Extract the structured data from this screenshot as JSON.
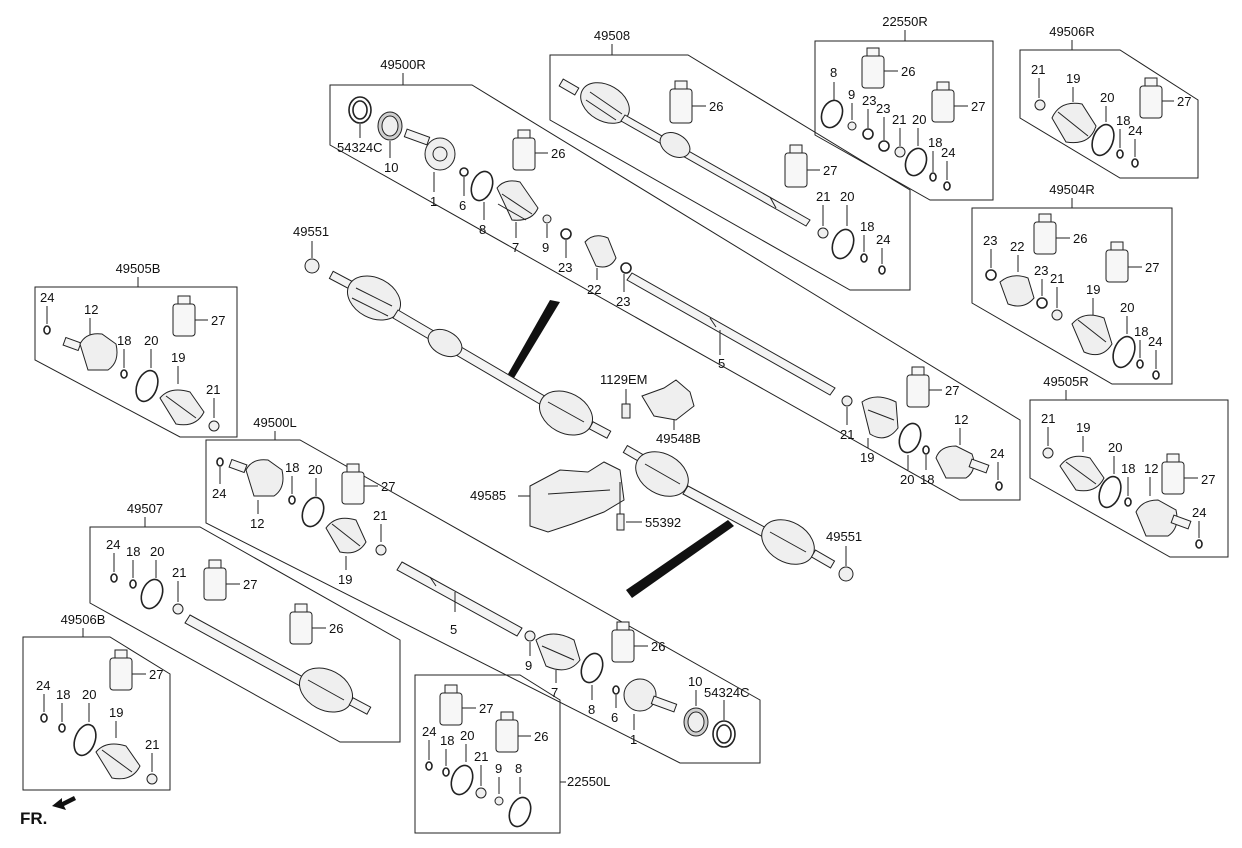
{
  "labels": {
    "g49508": "49508",
    "g22550R": "22550R",
    "g49506R": "49506R",
    "g49500R": "49500R",
    "g49504R": "49504R",
    "g49505B": "49505B",
    "g49505R": "49505R",
    "g49500L": "49500L",
    "g49507": "49507",
    "g49506B": "49506B",
    "g22550L": "22550L",
    "p49551": "49551",
    "p1129EM": "1129EM",
    "p49548B": "49548B",
    "p49585": "49585",
    "p55392": "55392",
    "p54324C": "54324C",
    "n1": "1",
    "n5": "5",
    "n6": "6",
    "n7": "7",
    "n8": "8",
    "n9": "9",
    "n10": "10",
    "n12": "12",
    "n18": "18",
    "n19": "19",
    "n20": "20",
    "n21": "21",
    "n22": "22",
    "n23": "23",
    "n24": "24",
    "n26": "26",
    "n27": "27"
  },
  "footer": {
    "front": "FR."
  },
  "icons": {
    "front_arrow": "arrow-icon"
  }
}
